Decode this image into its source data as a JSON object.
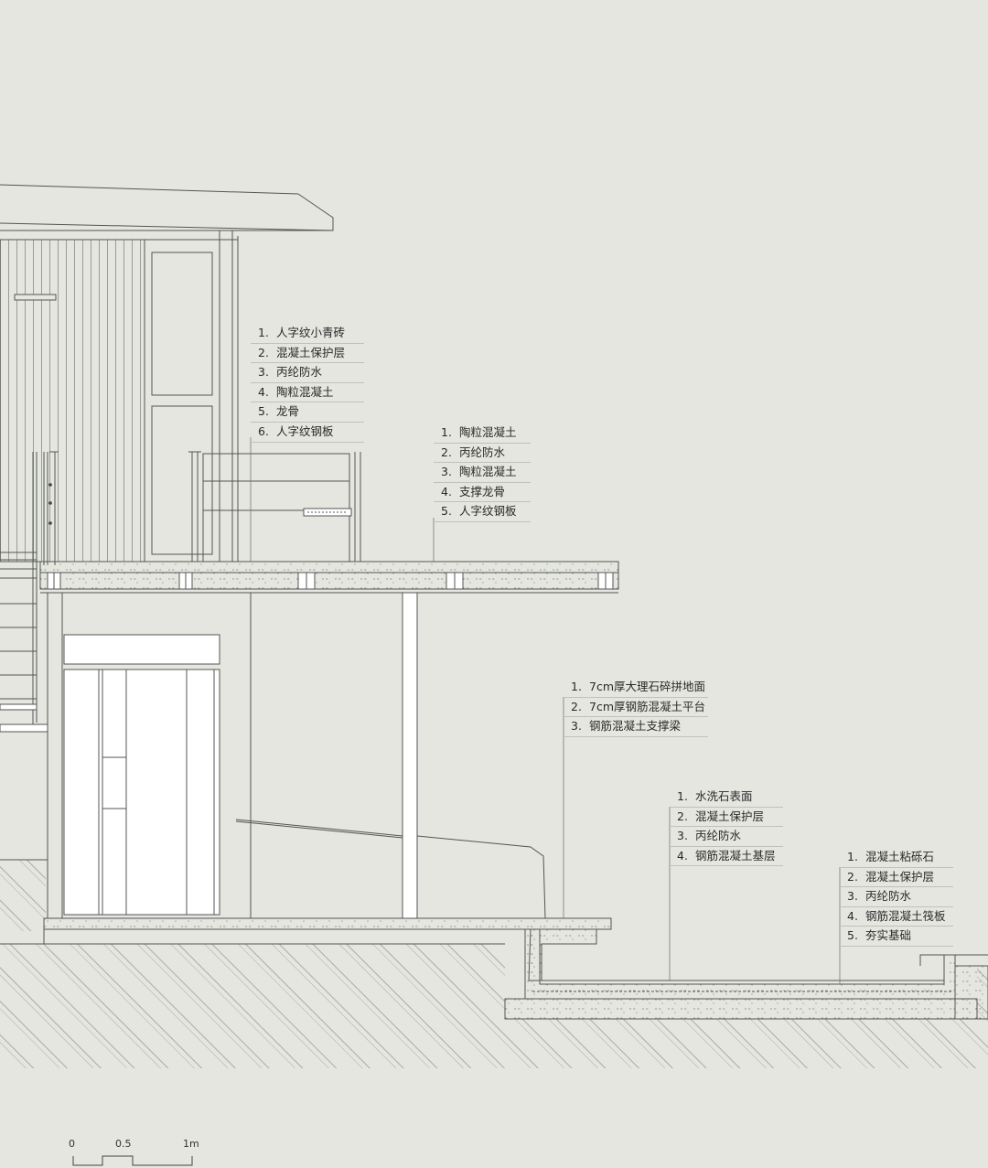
{
  "colors": {
    "background": "#e4e6df",
    "line": "#555555",
    "fill": "#ffffff"
  },
  "note_groups": [
    {
      "id": "roof-deck",
      "items": [
        {
          "num": "1.",
          "text": "人字纹小青砖"
        },
        {
          "num": "2.",
          "text": "混凝土保护层"
        },
        {
          "num": "3.",
          "text": "丙纶防水"
        },
        {
          "num": "4.",
          "text": "陶粒混凝土"
        },
        {
          "num": "5.",
          "text": "龙骨"
        },
        {
          "num": "6.",
          "text": "人字纹钢板"
        }
      ]
    },
    {
      "id": "platform",
      "items": [
        {
          "num": "1.",
          "text": "陶粒混凝土"
        },
        {
          "num": "2.",
          "text": "丙纶防水"
        },
        {
          "num": "3.",
          "text": "陶粒混凝土"
        },
        {
          "num": "4.",
          "text": "支撑龙骨"
        },
        {
          "num": "5.",
          "text": "人字纹钢板"
        }
      ]
    },
    {
      "id": "marble-floor",
      "items": [
        {
          "num": "1.",
          "text": "7cm厚大理石碎拼地面"
        },
        {
          "num": "2.",
          "text": "7cm厚钢筋混凝土平台"
        },
        {
          "num": "3.",
          "text": "钢筋混凝土支撑梁"
        }
      ]
    },
    {
      "id": "pool-bottom",
      "items": [
        {
          "num": "1.",
          "text": "水洗石表面"
        },
        {
          "num": "2.",
          "text": "混凝土保护层"
        },
        {
          "num": "3.",
          "text": "丙纶防水"
        },
        {
          "num": "4.",
          "text": "钢筋混凝土基层"
        }
      ]
    },
    {
      "id": "pool-wall",
      "items": [
        {
          "num": "1.",
          "text": "混凝土粘砾石"
        },
        {
          "num": "2.",
          "text": "混凝土保护层"
        },
        {
          "num": "3.",
          "text": "丙纶防水"
        },
        {
          "num": "4.",
          "text": "钢筋混凝土筏板"
        },
        {
          "num": "5.",
          "text": "夯实基础"
        }
      ]
    }
  ],
  "scale_bar": {
    "labels": [
      "0",
      "0.5",
      "1m"
    ]
  }
}
